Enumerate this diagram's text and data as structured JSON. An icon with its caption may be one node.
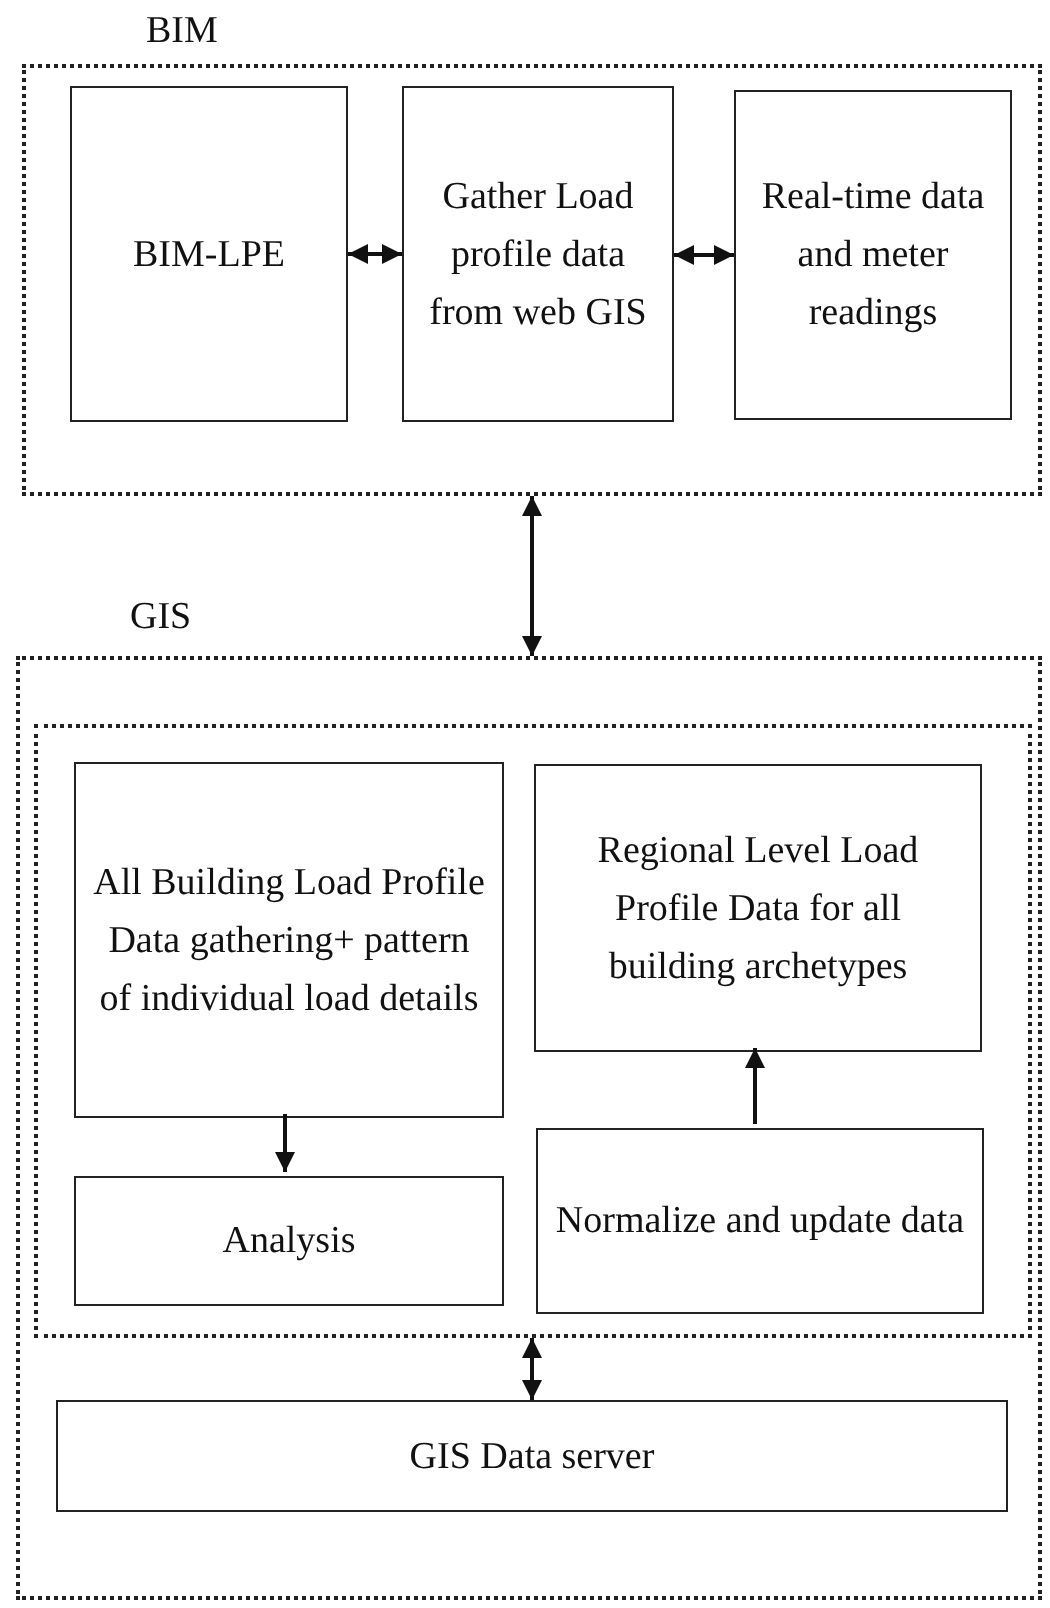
{
  "diagram": {
    "nodes": [
      {
        "text": [
          "BIM"
        ]
      },
      {
        "text": [
          "BIM-LPE"
        ],
        "in": 0
      },
      {
        "text": [
          "Gather Load profile data from web GIS"
        ],
        "in": 0
      },
      {
        "text": [
          "Real-time data and meter readings"
        ],
        "in": 0
      },
      {
        "text": [
          "GIS"
        ]
      },
      {
        "text": [],
        "shape": "box",
        "in": 4
      },
      {
        "text": [
          "All Building Load Profile Data gathering+ pattern of individual load details"
        ],
        "in": 5
      },
      {
        "text": [
          "Regional Level Load Profile Data for all building archetypes"
        ],
        "in": 5
      },
      {
        "text": [
          "Analysis"
        ],
        "in": 5
      },
      {
        "text": [
          "Normalize and update data"
        ],
        "in": 5
      },
      {
        "text": [
          "GIS Data server"
        ],
        "in": 4
      }
    ],
    "edges": [
      {
        "from": 1,
        "to": 2,
        "arrow": "both"
      },
      {
        "from": 2,
        "to": 3,
        "arrow": "both"
      },
      {
        "from": 0,
        "to": 4,
        "arrow": "both"
      },
      {
        "from": 6,
        "to": 8,
        "arrow": "to"
      },
      {
        "from": 9,
        "to": 7,
        "arrow": "to"
      },
      {
        "from": 5,
        "to": 10,
        "arrow": "both"
      }
    ]
  }
}
